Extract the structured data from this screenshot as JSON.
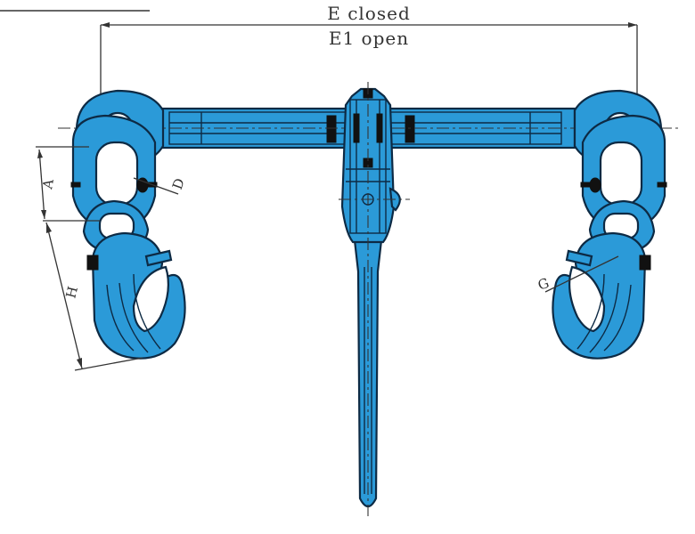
{
  "dimensions": {
    "e_closed": "E closed",
    "e1_open": "E1 open",
    "a": "A",
    "d": "D",
    "h": "H",
    "g": "G"
  },
  "colors": {
    "part_fill": "#2b9ad8",
    "outline": "#0d2a44",
    "dimension_line": "#333333"
  }
}
